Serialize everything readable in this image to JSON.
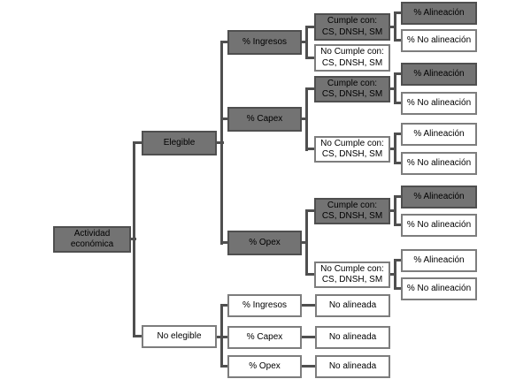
{
  "colors": {
    "background": "#ffffff",
    "node_gray_fill": "#737373",
    "node_gray_border": "#4f4f4f",
    "node_white_fill": "#ffffff",
    "node_white_border": "#7d7d7d",
    "connector": "#4f4f4f",
    "text": "#000000"
  },
  "tree": {
    "root": {
      "label": "Actividad\neconómica"
    },
    "elegible": {
      "label": "Elegible",
      "ingresos": {
        "label": "% Ingresos",
        "cumple": {
          "label": "Cumple con:\nCS, DNSH, SM",
          "alineacion": "% Alineación",
          "no_alineacion": "% No alineación"
        },
        "no_cumple": {
          "label": "No Cumple con:\nCS, DNSH, SM"
        }
      },
      "capex": {
        "label": "% Capex",
        "cumple": {
          "label": "Cumple con:\nCS, DNSH, SM",
          "alineacion": "% Alineación",
          "no_alineacion": "% No alineación"
        },
        "no_cumple": {
          "label": "No Cumple con:\nCS, DNSH, SM",
          "alineacion": "% Alineación",
          "no_alineacion": "% No alineación"
        }
      },
      "opex": {
        "label": "% Opex",
        "cumple": {
          "label": "Cumple con:\nCS, DNSH, SM",
          "alineacion": "% Alineación",
          "no_alineacion": "% No alineación"
        },
        "no_cumple": {
          "label": "No Cumple con:\nCS, DNSH, SM",
          "alineacion": "% Alineación",
          "no_alineacion": "% No alineación"
        }
      }
    },
    "no_elegible": {
      "label": "No elegible",
      "ingresos": {
        "label": "% Ingresos",
        "resultado": "No alineada"
      },
      "capex": {
        "label": "% Capex",
        "resultado": "No alineada"
      },
      "opex": {
        "label": "% Opex",
        "resultado": "No alineada"
      }
    }
  }
}
